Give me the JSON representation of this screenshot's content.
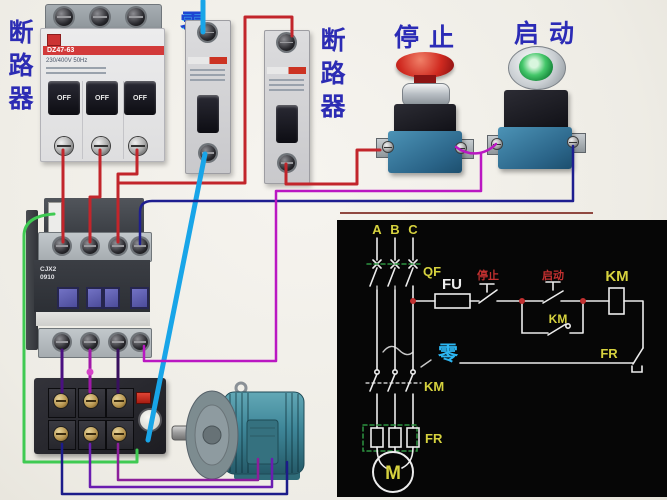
{
  "colors": {
    "wire_red": "#c2252b",
    "wire_green": "#3fca52",
    "wire_cyan": "#18a5e8",
    "wire_navy": "#1e1e90",
    "wire_magenta": "#ba17c2",
    "wire_purple": "#6a1db0",
    "caption_blue": "#2c2cb4",
    "stop_button_red": "#d02a20",
    "start_button_green": "#44c76a",
    "schematic_yellow": "#d6d23e",
    "schematic_red": "#c23030",
    "schematic_cyan": "#2cb6f2",
    "schematic_green": "#2d9440",
    "schematic_line": "#ececec"
  },
  "annotations": {
    "breaker_left_label": {
      "chars": [
        "断",
        "路",
        "器"
      ]
    },
    "breaker_right_label": {
      "chars": [
        "断",
        "路",
        "器"
      ]
    },
    "neutral_label": "零",
    "stop_label": "停止",
    "start_label": "启动"
  },
  "components": {
    "main_breaker": {
      "model": "DZ47-63",
      "rating": "230/400V 50Hz",
      "toggles": [
        "OFF",
        "OFF",
        "OFF"
      ]
    },
    "contactor": {
      "model_line1": "CJX2",
      "model_line2": "0910"
    }
  },
  "schematic": {
    "phases": [
      "A",
      "B",
      "C"
    ],
    "qf": "QF",
    "fu": "FU",
    "stop": "停止",
    "start": "启动",
    "km_coil": "KM",
    "km_aux": "KM",
    "km_main": "KM",
    "fr_contact": "FR",
    "fr_heater": "FR",
    "neutral": "零",
    "motor": "M"
  }
}
